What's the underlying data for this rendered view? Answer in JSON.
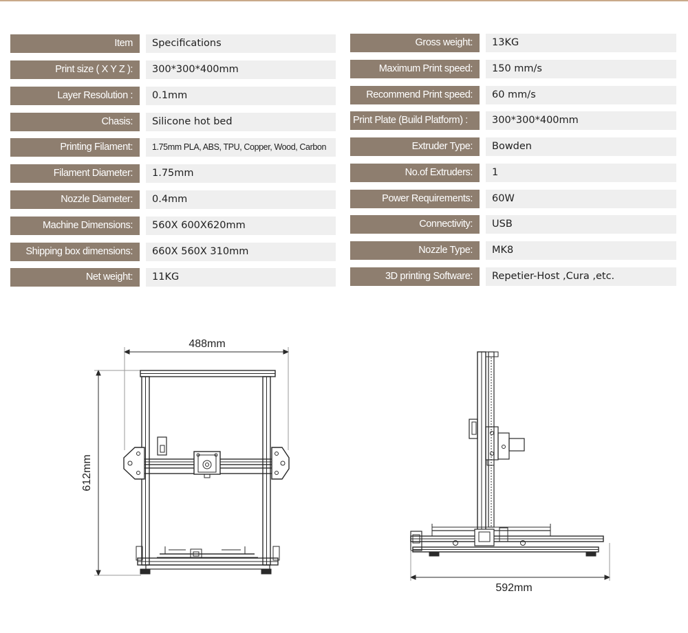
{
  "specs_left": [
    {
      "label": "Item",
      "value": "Specifications"
    },
    {
      "label": "Print size ( X Y Z ):",
      "value": "300*300*400mm"
    },
    {
      "label": "Layer Resolution :",
      "value": "0.1mm"
    },
    {
      "label": "Chasis:",
      "value": "Silicone hot bed"
    },
    {
      "label": "Printing Filament:",
      "value": "1.75mm PLA, ABS, TPU, Copper, Wood, Carbon"
    },
    {
      "label": "Filament Diameter:",
      "value": "1.75mm"
    },
    {
      "label": "Nozzle Diameter:",
      "value": "0.4mm"
    },
    {
      "label": "Machine Dimensions:",
      "value": "560X 600X620mm"
    },
    {
      "label": "Shipping box dimensions:",
      "value": "660X 560X 310mm"
    },
    {
      "label": "Net weight:",
      "value": "11KG"
    }
  ],
  "specs_right": [
    {
      "label": "Gross weight:",
      "value": "13KG"
    },
    {
      "label": "Maximum Print speed:",
      "value": "150 mm/s"
    },
    {
      "label": "Recommend Print speed:",
      "value": "60 mm/s"
    },
    {
      "label": "Print Plate (Build Platform) :",
      "value": "300*300*400mm"
    },
    {
      "label": "Extruder Type:",
      "value": "Bowden"
    },
    {
      "label": "No.of Extruders:",
      "value": "1"
    },
    {
      "label": "Power Requirements:",
      "value": "60W"
    },
    {
      "label": "Connectivity:",
      "value": "USB"
    },
    {
      "label": "Nozzle Type:",
      "value": "MK8"
    },
    {
      "label": "3D printing Software:",
      "value": "Repetier-Host ,Cura ,etc."
    }
  ],
  "drawings": {
    "front_width": "488mm",
    "front_height": "612mm",
    "side_width": "592mm"
  },
  "colors": {
    "label_bg": "#8e7e6f",
    "value_bg": "#efefef",
    "accent_line": "#c9a98a"
  }
}
